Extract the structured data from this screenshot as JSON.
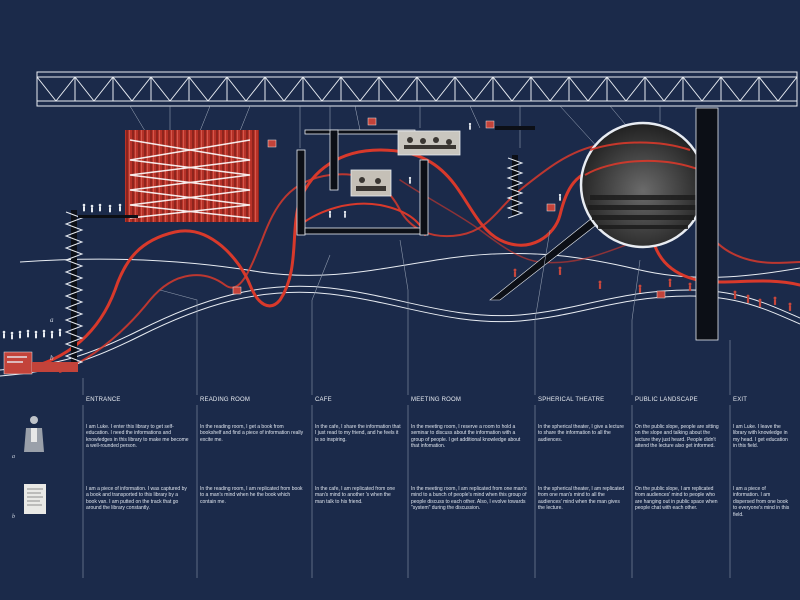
{
  "zones": [
    {
      "id": "entrance",
      "label": "ENTRANCE"
    },
    {
      "id": "reading-room",
      "label": "READING ROOM"
    },
    {
      "id": "cafe",
      "label": "CAFE"
    },
    {
      "id": "meeting-room",
      "label": "MEETING ROOM"
    },
    {
      "id": "spherical-theatre",
      "label": "SPHERICAL THEATRE"
    },
    {
      "id": "public-landscape",
      "label": "PUBLIC LANDSCAPE"
    },
    {
      "id": "exit",
      "label": "EXIT"
    }
  ],
  "rows": [
    {
      "marker": "a",
      "texts": [
        "I am Luke. I enter this library to get self-education. I need the informations and knowledges in this library to make me become a well-rounded person.",
        "In the reading room, I get a book from bookshelf and find a piece of information really excite me.",
        "In the cafe, I share the information that I just read to my friend, and he feels it is so inspiring.",
        "In the meeting room, I reserve a room to hold a seminar to discuss about the information with a group of people. I get additional knowledge about that infomation.",
        "In the spherical theater, I give a lecture to share the information to all the audiences.",
        "On the public slope, people are sitting on the slope and talking about the lecture they just heard. People didn't attend the lecture also get informed.",
        "I am Luke. I leave the library with knowledge in my head. I get education in this field."
      ]
    },
    {
      "marker": "b",
      "texts": [
        "I am a piece of information. I was captured by a book and transported to this library by a book van. I am putted on the track that go around the library constantly.",
        "In the reading room, I am replicated from book to a man's mind when he the book which contain me.",
        "In the cafe, I am replicated from one man's mind to another 's when the man talk to his friend.",
        "In the meeting room, I am replicated from one man's mind to a bunch of people's mind when this group of people discuss to each other. Also, I evolve towards \"system\" during the discussion.",
        "In the spherical theater, I am replicated from one man's mind to all the audiences' mind when the man gives the lecture.",
        "On the public slope, I am replicated from audiences' mind to people who are hanging out in public space when people chat with each other.",
        "I am a piece of information. I am dispersed from one book to everyone's mind in this field."
      ]
    }
  ],
  "diagram_labels": {
    "marker_a": "a",
    "marker_b": "b"
  },
  "colors": {
    "background": "#1b2a4a",
    "line": "#e8ecf2",
    "track": "#d8392b",
    "structure": "#0c0f16"
  }
}
